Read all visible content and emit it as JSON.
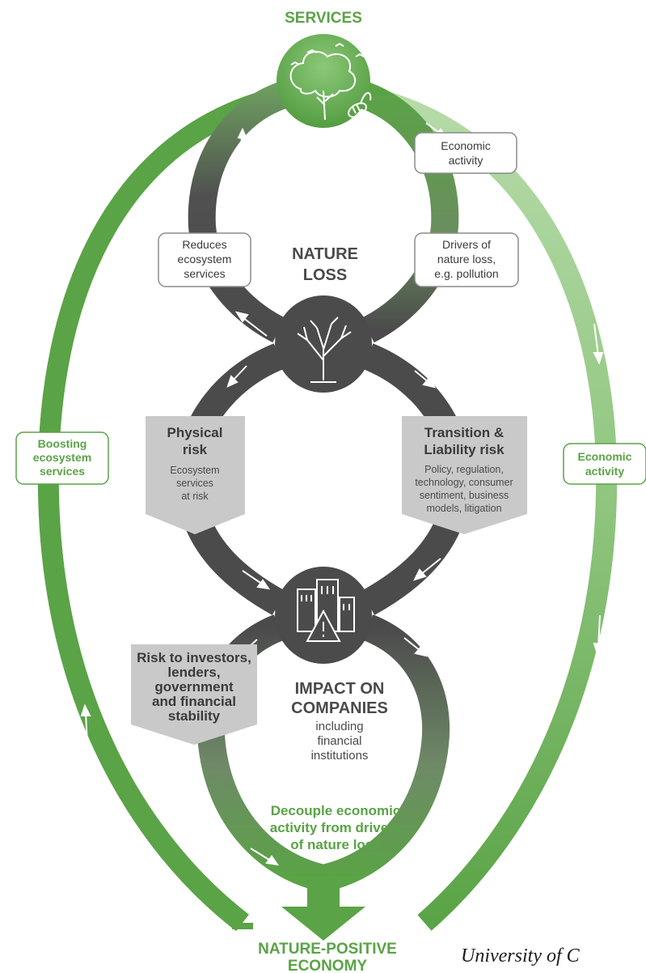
{
  "diagram": {
    "top_title": "SERVICES",
    "nature_loss": [
      "NATURE",
      "LOSS"
    ],
    "economic_activity_top": [
      "Economic",
      "activity"
    ],
    "reduces_ecosystem": [
      "Reduces",
      "ecosystem",
      "services"
    ],
    "drivers_nature_loss": [
      "Drivers of",
      "nature loss,",
      "e.g. pollution"
    ],
    "boosting": [
      "Boosting",
      "ecosystem",
      "services"
    ],
    "economic_activity_right": [
      "Economic",
      "activity"
    ],
    "physical_risk": {
      "title": [
        "Physical",
        "risk"
      ],
      "body": [
        "Ecosystem",
        "services",
        "at risk"
      ]
    },
    "transition_risk": {
      "title": [
        "Transition &",
        "Liability risk"
      ],
      "body": [
        "Policy, regulation,",
        "technology, consumer",
        "sentiment, business",
        "models, litigation"
      ]
    },
    "investors_risk": [
      "Risk to investors,",
      "lenders,",
      "government",
      "and financial",
      "stability"
    ],
    "impact": {
      "title": [
        "IMPACT ON",
        "COMPANIES"
      ],
      "body": [
        "including",
        "financial",
        "institutions"
      ]
    },
    "decouple": [
      "Decouple economic",
      "activity from drivers",
      "of nature loss"
    ],
    "bottom_title": [
      "NATURE-POSITIVE",
      "ECONOMY"
    ]
  },
  "footer": {
    "credit": "University of C"
  },
  "colors": {
    "green": "#5aa346",
    "light_green": "#a9d39b",
    "dark_gray": "#4d4d4d",
    "mid_gray": "#6b6b6b",
    "light_gray": "#c9c9c9"
  },
  "icons": [
    "tree-birds-icon",
    "bee-icon",
    "bare-tree-icon",
    "buildings-warning-icon"
  ]
}
